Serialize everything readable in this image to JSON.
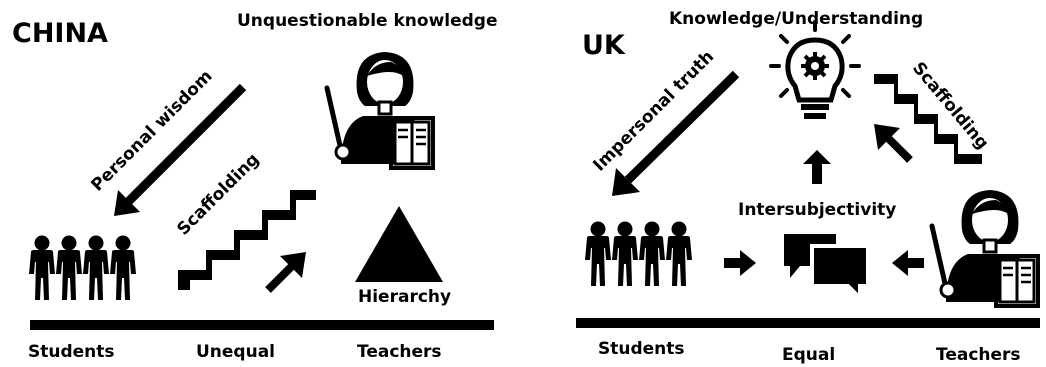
{
  "china": {
    "title": "CHINA",
    "top_label": "Unquestionable knowledge",
    "personal_wisdom": "Personal wisdom",
    "scaffolding": "Scaffolding",
    "hierarchy": "Hierarchy",
    "axis": {
      "left": "Students",
      "middle": "Unequal",
      "right": "Teachers"
    }
  },
  "uk": {
    "title": "UK",
    "top_label": "Knowledge/Understanding",
    "impersonal_truth": "Impersonal truth",
    "scaffolding": "Scaffolding",
    "intersubjectivity": "Intersubjectivity",
    "axis": {
      "left": "Students",
      "middle": "Equal",
      "right": "Teachers"
    }
  },
  "icons": [
    "people-group-icon",
    "teacher-icon",
    "stairs-icon",
    "arrow-icon",
    "triangle-icon",
    "lightbulb-gear-icon",
    "chat-bubbles-icon"
  ]
}
